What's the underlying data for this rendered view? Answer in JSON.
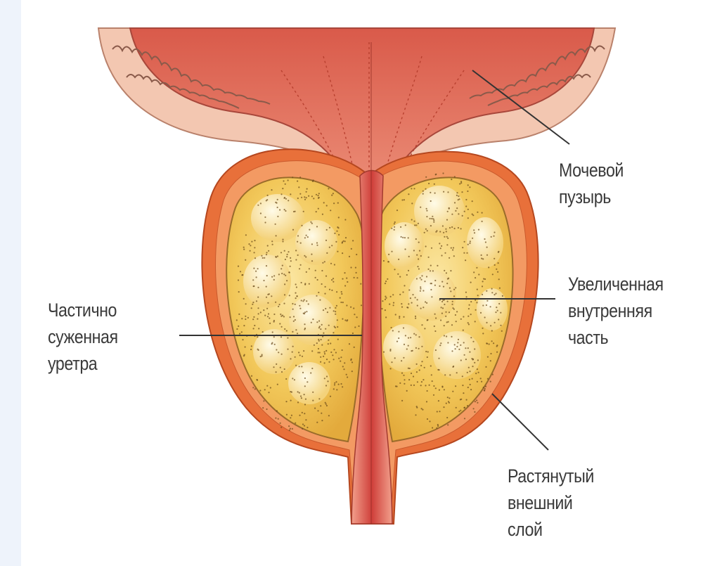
{
  "diagram": {
    "labels": {
      "bladder": {
        "line1": "Мочевой",
        "line2": "пузырь"
      },
      "enlarged_inner": {
        "line1": "Увеличенная",
        "line2": "внутренняя",
        "line3": "часть"
      },
      "urethra": {
        "line1": "Частично",
        "line2": "суженная",
        "line3": "уретра"
      },
      "outer_layer": {
        "line1": "Растянутый",
        "line2": "внешний",
        "line3": "слой"
      }
    },
    "colors": {
      "bladder_lumen": "#e2705c",
      "bladder_wall": "#f3c7b1",
      "capsule": "#e8703a",
      "gland_tissue": "#f2c85a",
      "gland_highlight": "#fbeebf",
      "urethra": "#d9514a",
      "leader_line": "#333333",
      "label_text": "#3a3a3a"
    }
  }
}
